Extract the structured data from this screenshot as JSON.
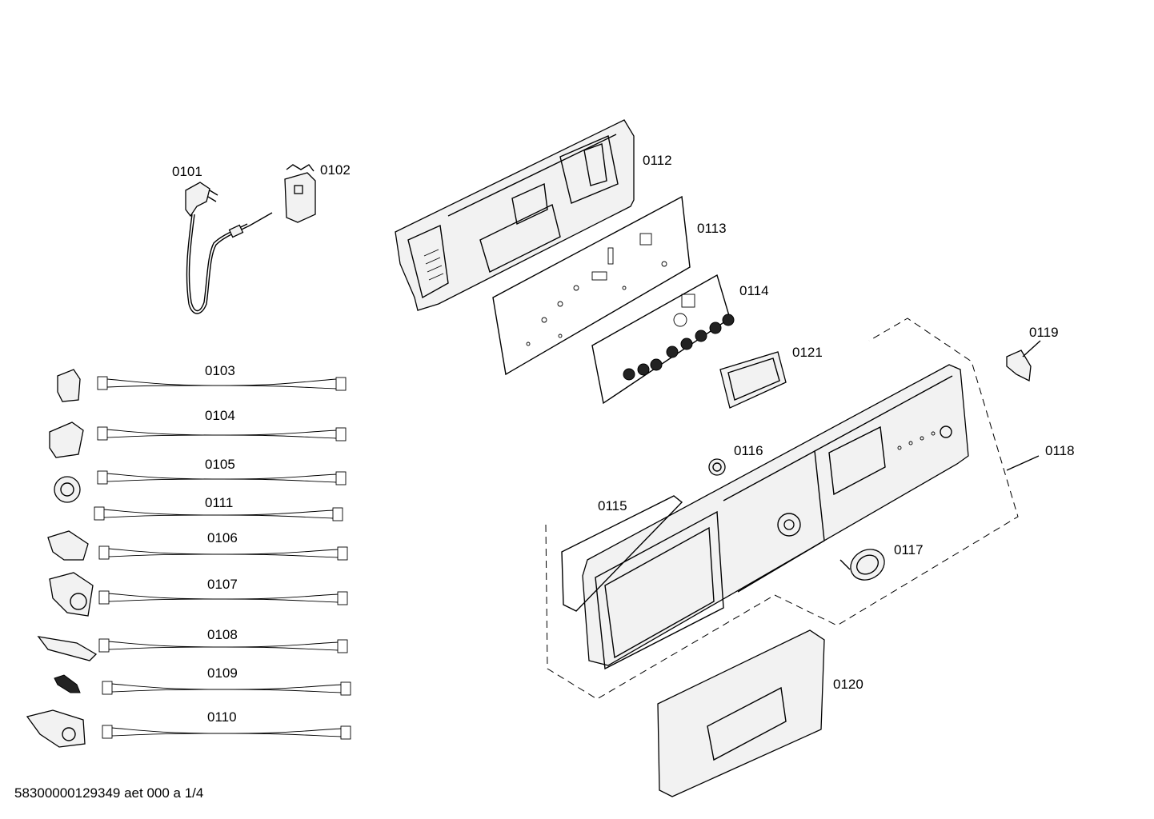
{
  "labels": {
    "p0101": "0101",
    "p0102": "0102",
    "p0103": "0103",
    "p0104": "0104",
    "p0105": "0105",
    "p0106": "0106",
    "p0107": "0107",
    "p0108": "0108",
    "p0109": "0109",
    "p0110": "0110",
    "p0111": "0111",
    "p0112": "0112",
    "p0113": "0113",
    "p0114": "0114",
    "p0115": "0115",
    "p0116": "0116",
    "p0117": "0117",
    "p0118": "0118",
    "p0119": "0119",
    "p0120": "0120",
    "p0121": "0121"
  },
  "footer": {
    "document_ref": "58300000129349 aet 000 a 1/4"
  }
}
